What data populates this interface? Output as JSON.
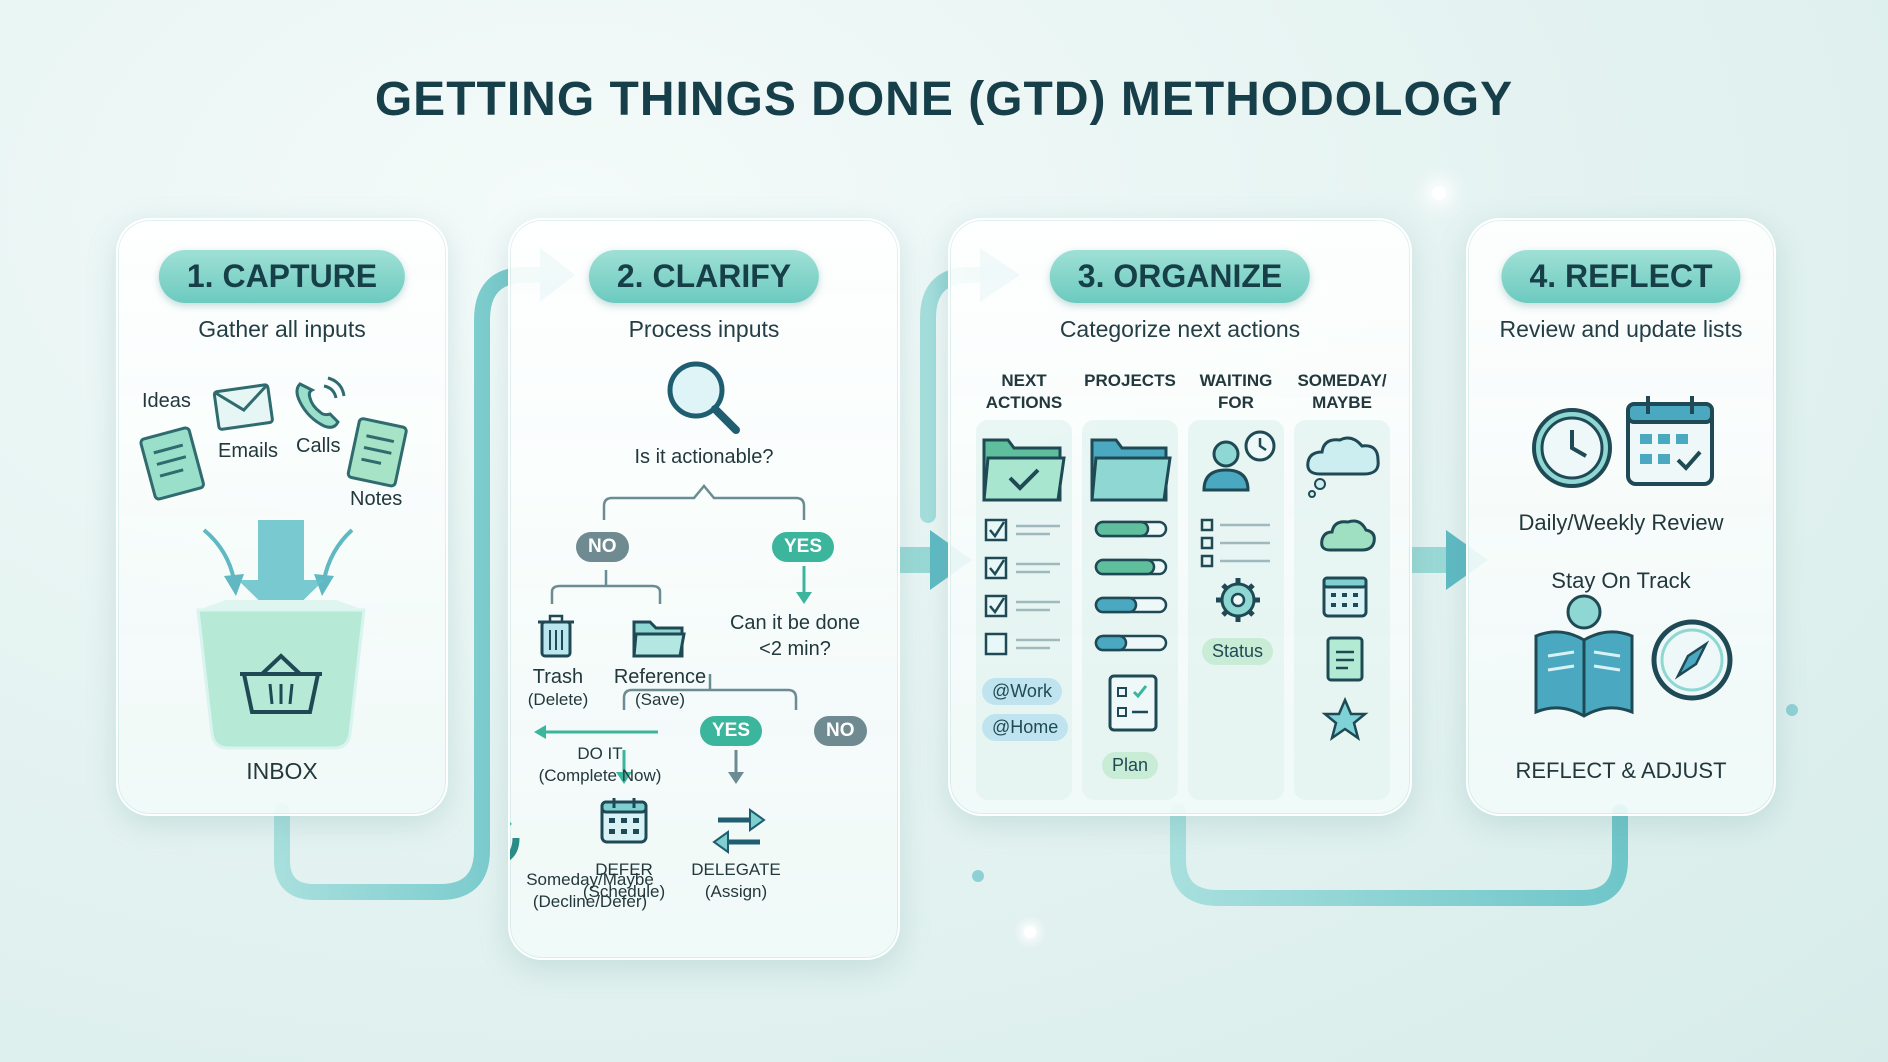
{
  "title": "GETTING THINGS DONE (GTD) METHODOLOGY",
  "colors": {
    "accent": "#6ccabf",
    "yes": "#3bb59c",
    "no": "#6f8a90",
    "flow": "#7fcfd0"
  },
  "capture": {
    "step": "1. CAPTURE",
    "subtitle": "Gather all inputs",
    "ideas": "Ideas",
    "emails": "Emails",
    "calls": "Calls",
    "notes": "Notes",
    "inbox": "INBOX"
  },
  "clarify": {
    "step": "2. CLARIFY",
    "subtitle": "Process inputs",
    "question1": "Is it actionable?",
    "no": "NO",
    "yes": "YES",
    "trash": "Trash",
    "trash_sub": "(Delete)",
    "reference": "Reference",
    "reference_sub": "(Save)",
    "question2_line1": "Can it be done",
    "question2_line2": "<2 min?",
    "yes2": "YES",
    "no2": "NO",
    "doit": "DO IT",
    "doit_sub": "(Complete Now)",
    "someday": "Someday/Maybe",
    "someday_sub": "(Decline/Defer)",
    "defer": "DEFER",
    "defer_sub": "(Schedule)",
    "delegate": "DELEGATE",
    "delegate_sub": "(Assign)"
  },
  "organize": {
    "step": "3. ORGANIZE",
    "subtitle": "Categorize next actions",
    "col1_l1": "NEXT",
    "col1_l2": "ACTIONS",
    "col2_l1": "PROJECTS",
    "col3_l1": "WAITING",
    "col3_l2": "FOR",
    "col4_l1": "SOMEDAY/",
    "col4_l2": "MAYBE",
    "tag_work": "@Work",
    "tag_home": "@Home",
    "plan": "Plan",
    "status": "Status"
  },
  "reflect": {
    "step": "4. REFLECT",
    "subtitle": "Review and update lists",
    "review": "Daily/Weekly Review",
    "ontrack": "Stay On Track",
    "adjust": "REFLECT & ADJUST"
  }
}
